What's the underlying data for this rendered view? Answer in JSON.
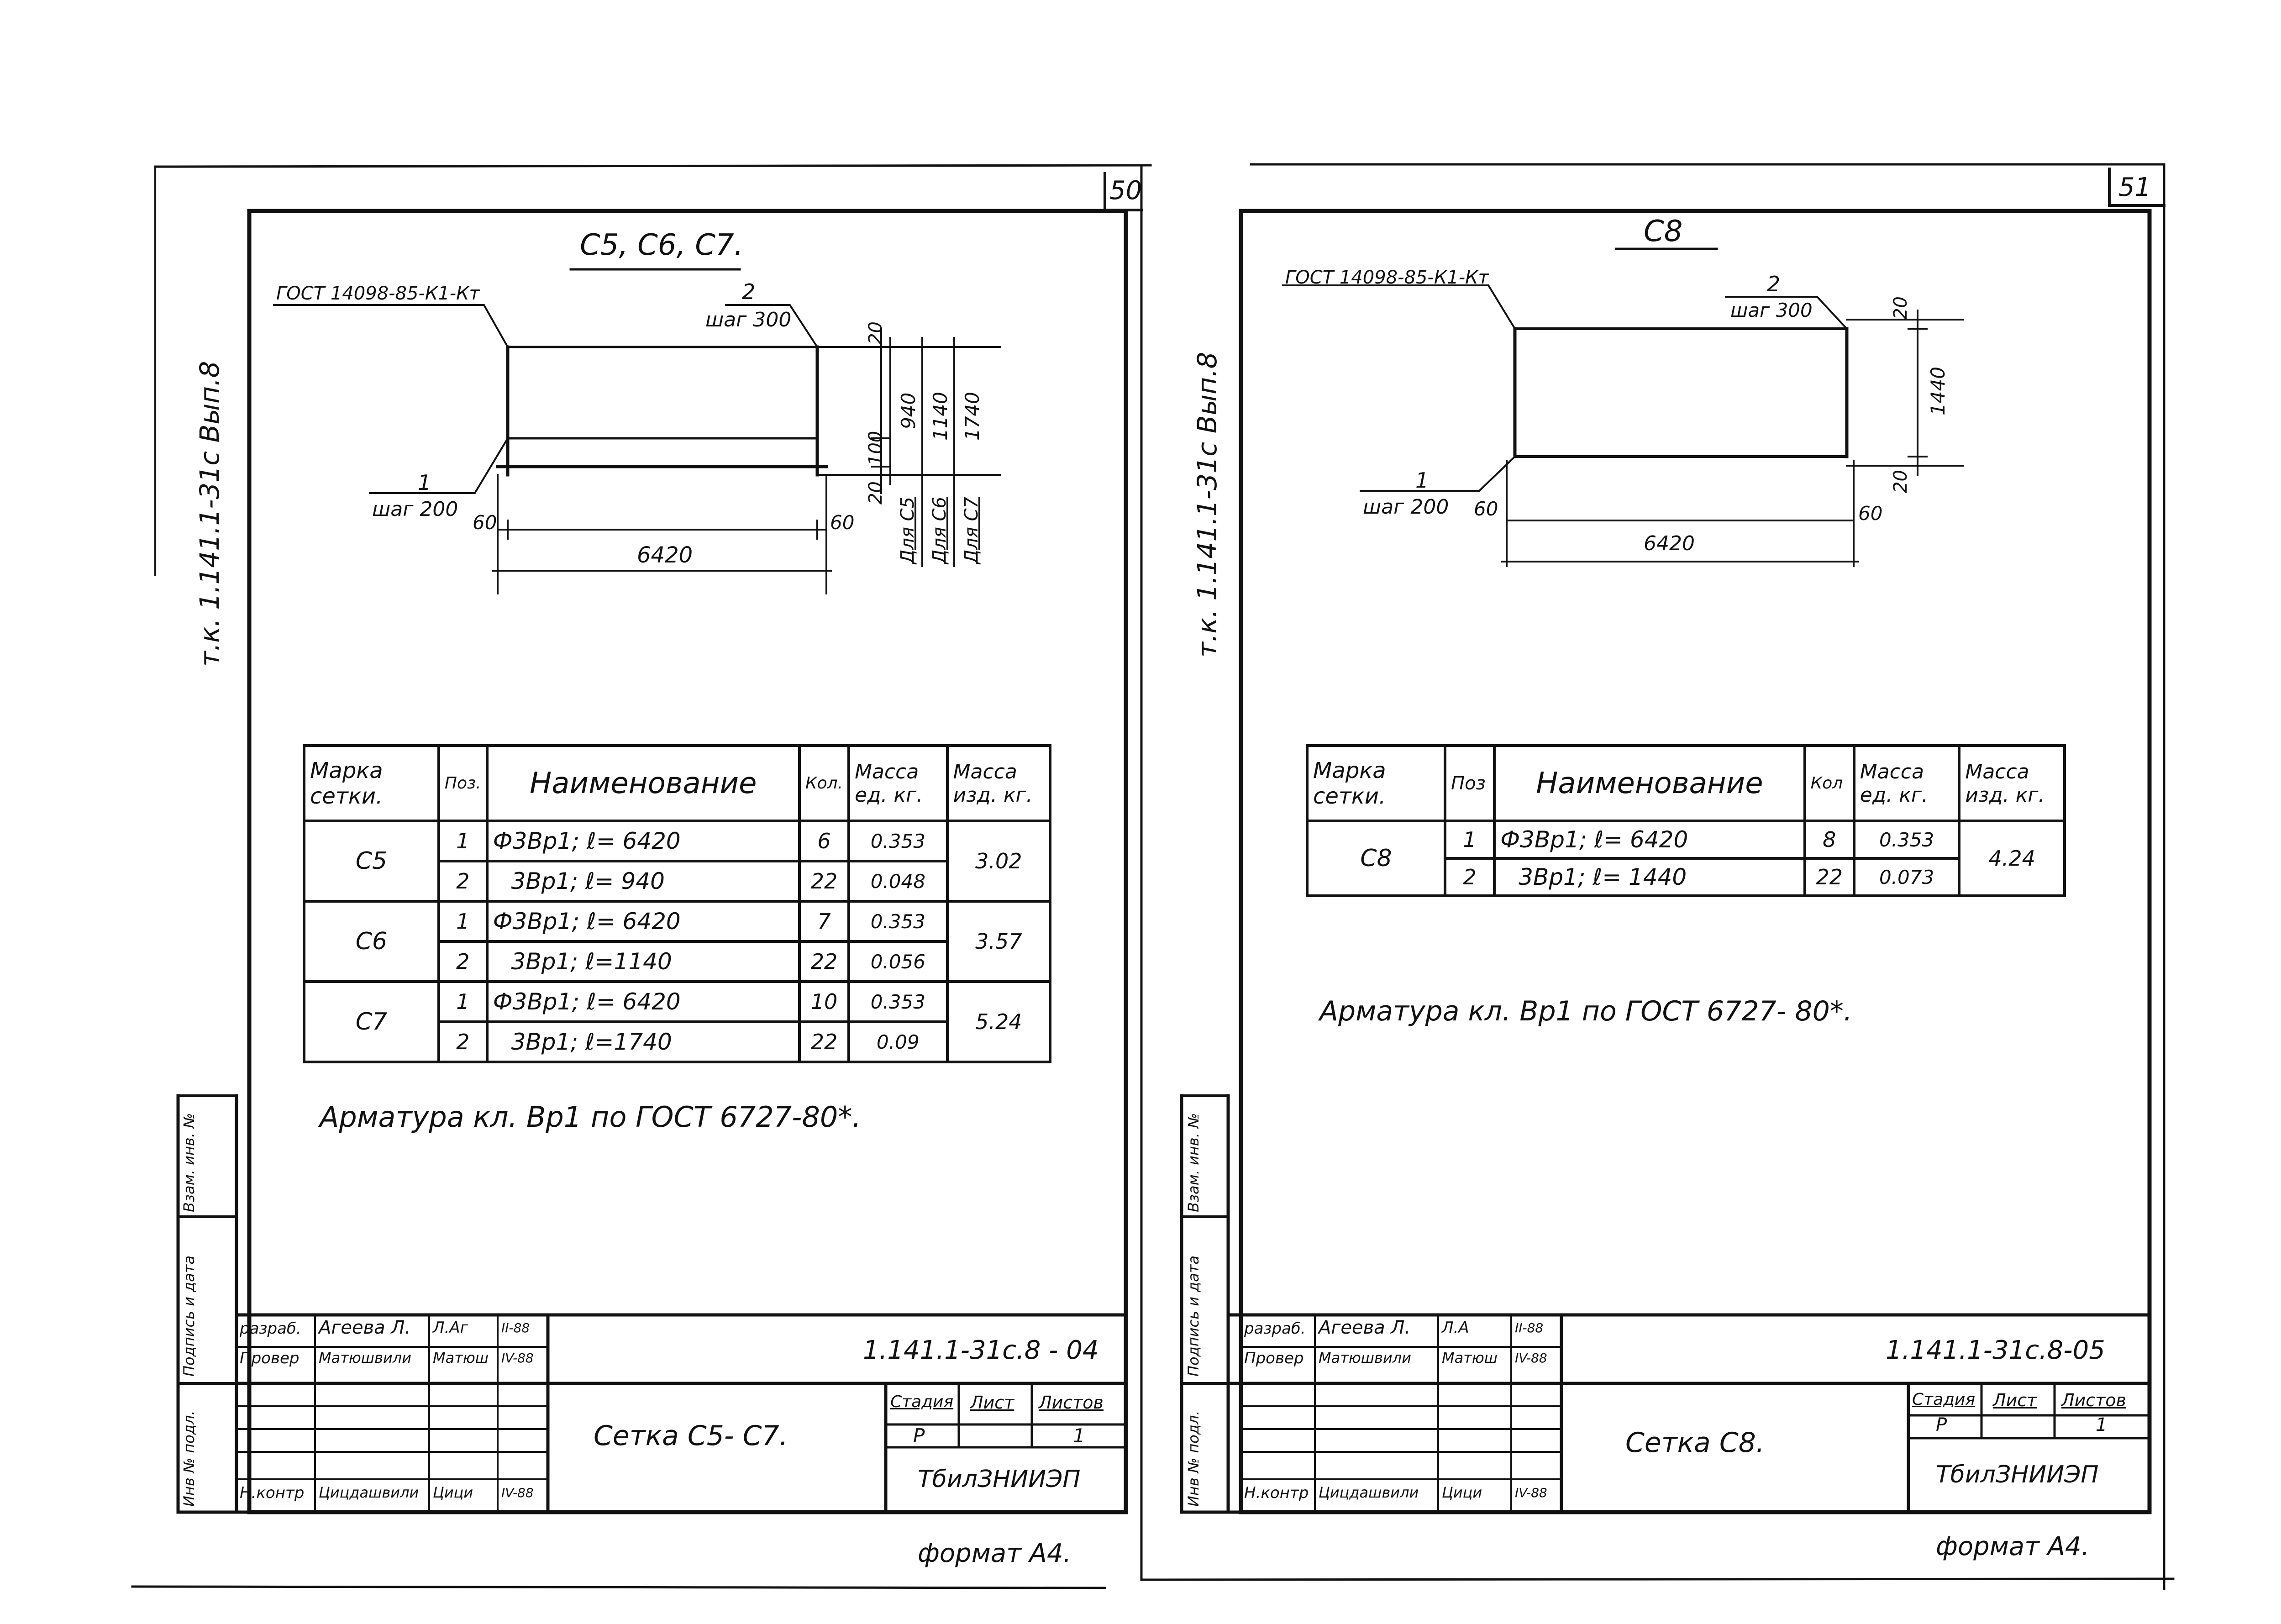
{
  "left": {
    "page_number": "50",
    "side_code": "т.к. 1.141.1-31с  Вып.8",
    "drawing_title": "С5, С6, С7.",
    "gost_label": "ГОСТ 14098-85-К1-Кт",
    "pos2_num": "2",
    "pos2_step": "шаг 300",
    "pos1_num": "1",
    "pos1_step": "шаг 200",
    "dim_60_left": "60",
    "dim_60_right": "60",
    "dim_length": "6420",
    "dim_20_top": "20",
    "dim_100": "100",
    "dim_20_bottom": "20",
    "dim_940": "940",
    "dim_1140": "1140",
    "dim_1740": "1740",
    "for_c5": "Для С5",
    "for_c6": "Для С6",
    "for_c7": "Для С7",
    "spec_headers": {
      "mark": "Марка сетки.",
      "pos": "Поз.",
      "name": "Наименование",
      "qty": "Кол.",
      "mass_unit": "Масса ед. кг.",
      "mass_item": "Масса изд. кг."
    },
    "spec_rows": [
      {
        "mark": "С5",
        "pos": "1",
        "name": "Ф3Вр1; ℓ= 6420",
        "qty": "6",
        "mass_unit": "0.353",
        "mass_item": "3.02"
      },
      {
        "pos": "2",
        "name": "3Вр1; ℓ= 940",
        "qty": "22",
        "mass_unit": "0.048"
      },
      {
        "mark": "С6",
        "pos": "1",
        "name": "Ф3Вр1; ℓ= 6420",
        "qty": "7",
        "mass_unit": "0.353",
        "mass_item": "3.57"
      },
      {
        "pos": "2",
        "name": "3Вр1; ℓ=1140",
        "qty": "22",
        "mass_unit": "0.056"
      },
      {
        "mark": "С7",
        "pos": "1",
        "name": "Ф3Вр1; ℓ= 6420",
        "qty": "10",
        "mass_unit": "0.353",
        "mass_item": "5.24"
      },
      {
        "pos": "2",
        "name": "3Вр1; ℓ=1740",
        "qty": "22",
        "mass_unit": "0.09"
      }
    ],
    "note": "Арматура  кл. Вр1 по ГОСТ 6727-80*.",
    "stamp_side": {
      "inv_podl": "Инв № подл.",
      "podpis_data": "Подпись и дата",
      "vzam_inv": "Взам. инв. №"
    },
    "stamp": {
      "razrab_role": "разраб.",
      "razrab_name": "Агеева Л.",
      "razrab_sign": "Л.Аг",
      "razrab_date": "II-88",
      "prover_role": "Провер",
      "prover_name": "Матюшвили",
      "prover_sign": "Матюш",
      "prover_date": "IV-88",
      "nkontr_role": "Н.контр",
      "nkontr_name": "Цицдашвили",
      "nkontr_sign": "Цици",
      "nkontr_date": "IV-88",
      "code": "1.141.1-31с.8 - 04",
      "name": "Сетка С5- С7.",
      "stadia_label": "Стадия",
      "list_label": "Лист",
      "listov_label": "Листов",
      "stadia": "Р",
      "listov": "1",
      "org": "ТбилЗНИИЭП"
    },
    "format": "формат А4."
  },
  "right": {
    "page_number": "51",
    "side_code": "т.к. 1.141.1-31с  Вып.8",
    "drawing_title": "С8",
    "gost_label": "ГОСТ 14098-85-К1-Кт",
    "pos2_num": "2",
    "pos2_step": "шаг 300",
    "pos1_num": "1",
    "pos1_step": "шаг 200",
    "dim_60_left": "60",
    "dim_60_right": "60",
    "dim_length": "6420",
    "dim_20_top": "20",
    "dim_1440": "1440",
    "dim_20_bottom": "20",
    "spec_headers": {
      "mark": "Марка сетки.",
      "pos": "Поз",
      "name": "Наименование",
      "qty": "Кол",
      "mass_unit": "Масса ед. кг.",
      "mass_item": "Масса изд. кг."
    },
    "spec_rows": [
      {
        "mark": "С8",
        "pos": "1",
        "name": "Ф3Вр1; ℓ= 6420",
        "qty": "8",
        "mass_unit": "0.353",
        "mass_item": "4.24"
      },
      {
        "pos": "2",
        "name": "3Вр1; ℓ= 1440",
        "qty": "22",
        "mass_unit": "0.073"
      }
    ],
    "note": "Арматура кл. Вр1 по ГОСТ 6727- 80*.",
    "stamp_side": {
      "inv_podl": "Инв № подл.",
      "podpis_data": "Подпись и дата",
      "vzam_inv": "Взам. инв. №"
    },
    "stamp": {
      "razrab_role": "разраб.",
      "razrab_name": "Агеева Л.",
      "razrab_sign": "Л.А",
      "razrab_date": "II-88",
      "prover_role": "Провер",
      "prover_name": "Матюшвили",
      "prover_sign": "Матюш",
      "prover_date": "IV-88",
      "nkontr_role": "Н.контр",
      "nkontr_name": "Цицдашвили",
      "nkontr_sign": "Цици",
      "nkontr_date": "IV-88",
      "code": "1.141.1-31с.8-05",
      "name": "Сетка С8.",
      "stadia_label": "Стадия",
      "list_label": "Лист",
      "listov_label": "Листов",
      "stadia": "Р",
      "listov": "1",
      "org": "ТбилЗНИИЭП"
    },
    "format": "формат А4."
  }
}
